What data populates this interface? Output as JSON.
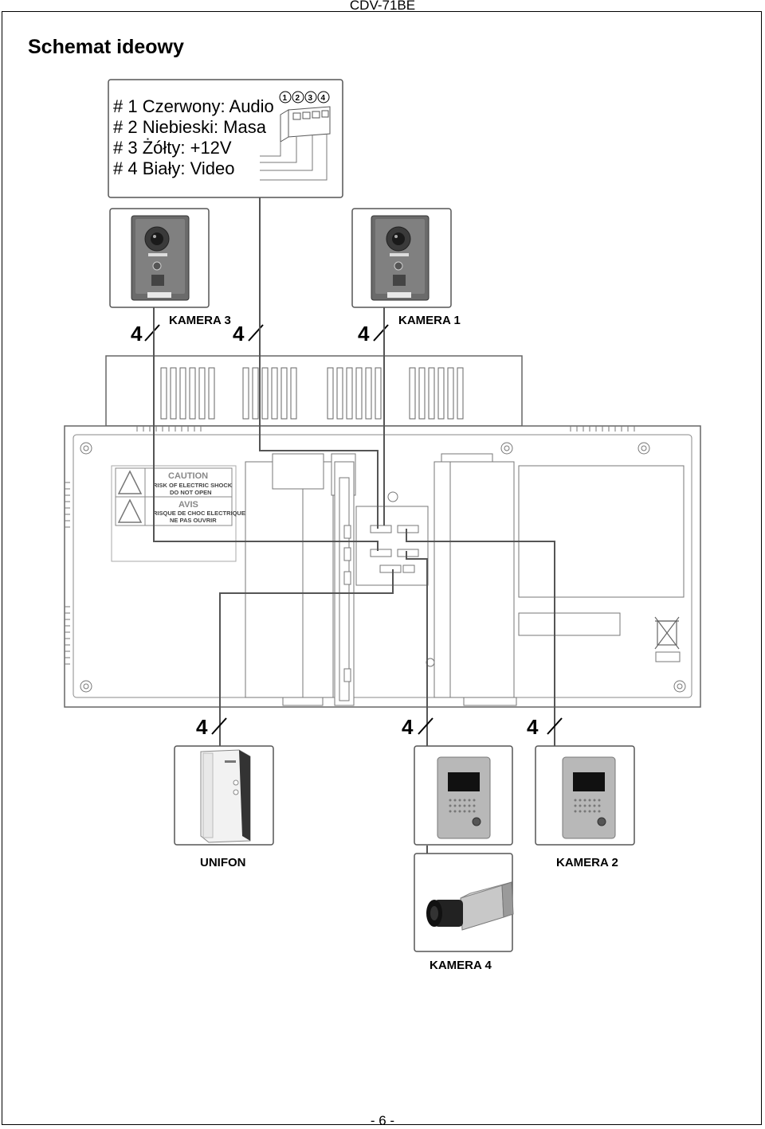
{
  "header": {
    "model": "CDV-71BE"
  },
  "title": "Schemat ideowy",
  "legend": {
    "lines": [
      "# 1 Czerwony: Audio",
      "# 2 Niebieski: Masa",
      "# 3 Żółty: +12V",
      "# 4 Biały: Video"
    ],
    "pins": [
      "1",
      "2",
      "3",
      "4"
    ]
  },
  "devices": {
    "kamera3": "KAMERA 3",
    "kamera1": "KAMERA 1",
    "unifon": "UNIFON",
    "kamera2": "KAMERA 2",
    "kamera4": "KAMERA 4"
  },
  "wire_count": "4",
  "caution": {
    "title": "CAUTION",
    "line1": "RISK OF ELECTRIC SHOCK",
    "line2": "DO NOT OPEN",
    "avis": "AVIS",
    "line3": "RISQUE DE CHOC ELECTRIQUE",
    "line4": "NE PAS OUVRIR"
  },
  "footer": {
    "page": "- 6 -"
  }
}
